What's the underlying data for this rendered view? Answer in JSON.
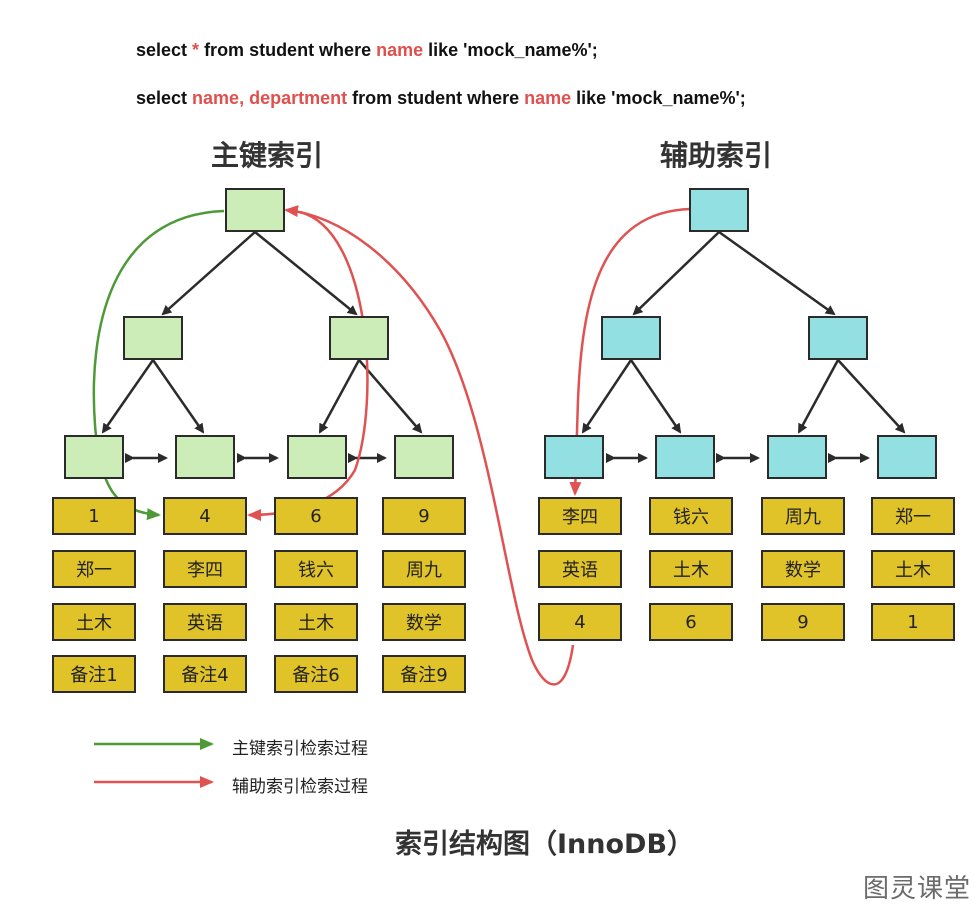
{
  "sql": {
    "line1": [
      {
        "t": "select ",
        "h": false
      },
      {
        "t": "*",
        "h": true
      },
      {
        "t": " from student where ",
        "h": false
      },
      {
        "t": "name",
        "h": true
      },
      {
        "t": " like 'mock_name%';",
        "h": false
      }
    ],
    "line2": [
      {
        "t": "select ",
        "h": false
      },
      {
        "t": "name, department",
        "h": true
      },
      {
        "t": " from student where ",
        "h": false
      },
      {
        "t": "name",
        "h": true
      },
      {
        "t": " like 'mock_name%';",
        "h": false
      }
    ]
  },
  "titles": {
    "primary": "主键索引",
    "secondary": "辅助索引"
  },
  "primary_leaves": [
    [
      "1",
      "郑一",
      "土木",
      "备注1"
    ],
    [
      "4",
      "李四",
      "英语",
      "备注4"
    ],
    [
      "6",
      "钱六",
      "土木",
      "备注6"
    ],
    [
      "9",
      "周九",
      "数学",
      "备注9"
    ]
  ],
  "secondary_leaves": [
    [
      "李四",
      "英语",
      "4"
    ],
    [
      "钱六",
      "土木",
      "6"
    ],
    [
      "周九",
      "数学",
      "9"
    ],
    [
      "郑一",
      "土木",
      "1"
    ]
  ],
  "legend": {
    "primary": "主键索引检索过程",
    "secondary": "辅助索引检索过程"
  },
  "caption": "索引结构图（InnoDB）",
  "watermark": "图灵课堂",
  "colors": {
    "highlight": "#e0504c",
    "primary_node": "#ccedb8",
    "secondary_node": "#93e0e3",
    "leaf": "#e0c229",
    "green_path": "#4e9a36",
    "red_path": "#e05252"
  }
}
